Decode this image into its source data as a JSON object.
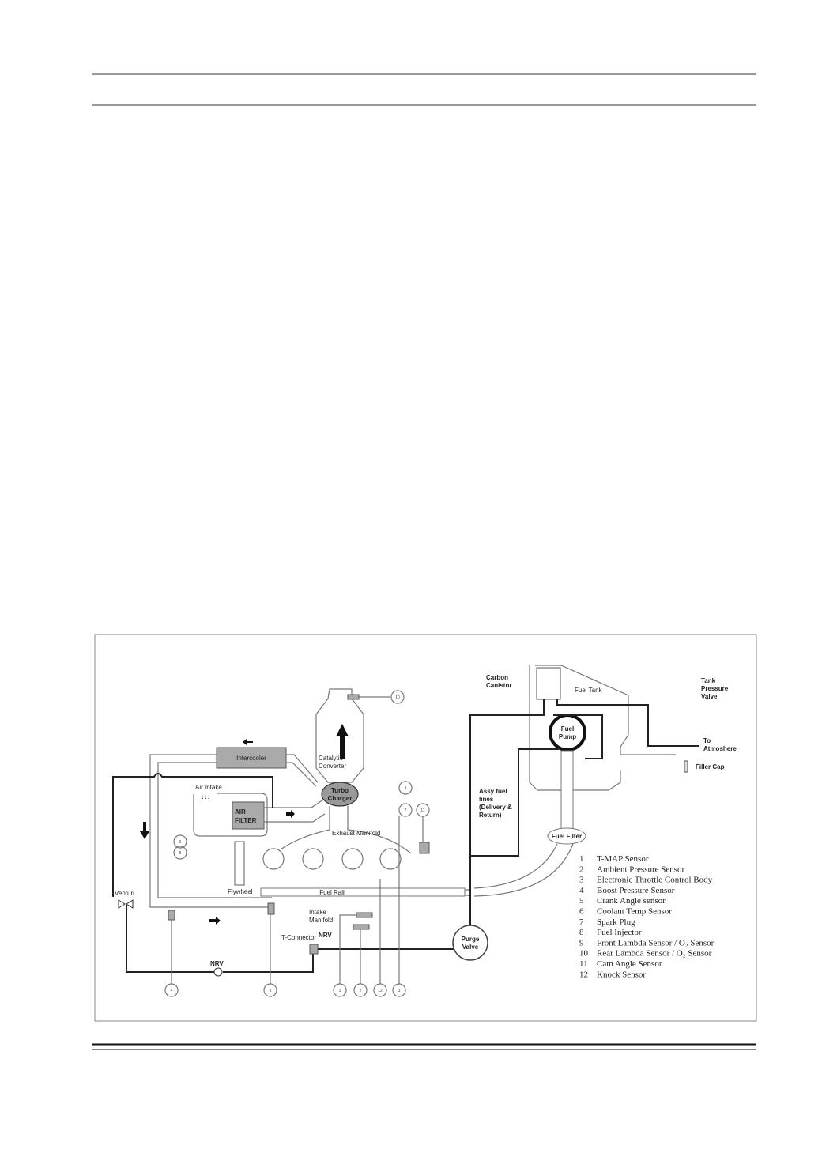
{
  "diagram": {
    "labels": {
      "intercooler": "Intercooler",
      "catalytic": [
        "Catalytic",
        "Converter"
      ],
      "turbo": [
        "Turbo",
        "Charger"
      ],
      "air_intake": "Air Intake",
      "air_filter": [
        "AIR",
        "FILTER"
      ],
      "exhaust_manifold": "Exhaust Manifold",
      "flywheel": "Flywheel",
      "fuel_rail": "Fuel Rail",
      "intake_manifold": [
        "Intake",
        "Manifold"
      ],
      "venturi": "Venturi",
      "nrv": "NRV",
      "t_connector": "T-Connector",
      "carbon_canister": [
        "Carbon",
        "Canistor"
      ],
      "fuel_tank": "Fuel Tank",
      "tank_pressure_valve": [
        "Tank",
        "Pressure",
        "Valve"
      ],
      "to_atmosphere": [
        "To",
        "Atmoshere"
      ],
      "filler_cap": "Filler Cap",
      "fuel_pump": [
        "Fuel",
        "Pump"
      ],
      "assy_fuel_lines": [
        "Assy fuel",
        "lines",
        "(Delivery &",
        "Return)"
      ],
      "fuel_filter": "Fuel Filter",
      "purge_valve": [
        "Purge",
        "Valve"
      ]
    },
    "callouts": [
      "10",
      "9",
      "7",
      "11",
      "6",
      "5",
      "4",
      "3",
      "1",
      "2",
      "12",
      "3"
    ],
    "legend": [
      {
        "n": "1",
        "t": "T-MAP Sensor"
      },
      {
        "n": "2",
        "t": "Ambient Pressure Sensor"
      },
      {
        "n": "3",
        "t": "Electronic Throttle Control Body"
      },
      {
        "n": "4",
        "t": "Boost Pressure Sensor"
      },
      {
        "n": "5",
        "t": "Crank Angle sensor"
      },
      {
        "n": "6",
        "t": "Coolant Temp Sensor"
      },
      {
        "n": "7",
        "t": "Spark Plug"
      },
      {
        "n": "8",
        "t": "Fuel Injector"
      },
      {
        "n": "9",
        "t": "Front Lambda Sensor / O₂ Sensor"
      },
      {
        "n": "10",
        "t": "Rear Lambda Sensor / O₂ Sensor"
      },
      {
        "n": "11",
        "t": "Cam Angle Sensor"
      },
      {
        "n": "12",
        "t": "Knock Sensor"
      }
    ]
  }
}
